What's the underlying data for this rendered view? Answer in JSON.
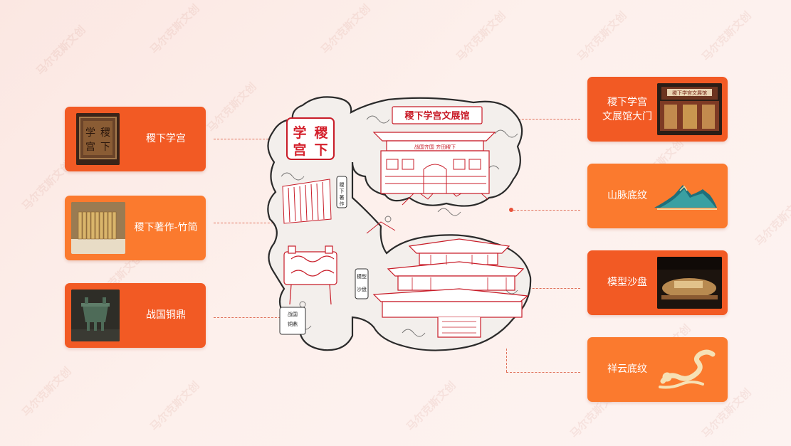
{
  "watermark": "马尔克斯文创",
  "colors": {
    "card_dark": "#f25a24",
    "card_light": "#fb7a2e",
    "line": "#e0715a",
    "accent_red": "#d4202c"
  },
  "cards_left": [
    {
      "label": "稷下学宫",
      "icon": "plaque-thumbnail",
      "thumb_text": "稷下学宫"
    },
    {
      "label": "稷下著作-竹简",
      "icon": "bamboo-slips-thumbnail"
    },
    {
      "label": "战国铜鼎",
      "icon": "bronze-ding-thumbnail"
    }
  ],
  "cards_right": [
    {
      "label_line1": "稷下学宫",
      "label_line2": "文展馆大门",
      "icon": "gate-thumbnail",
      "thumb_text": "稷下学宫文展馆"
    },
    {
      "label": "山脉底纹",
      "icon": "mountain-pattern-icon"
    },
    {
      "label": "模型沙盘",
      "icon": "sand-table-thumbnail"
    },
    {
      "label": "祥云底纹",
      "icon": "auspicious-cloud-icon"
    }
  ],
  "center": {
    "top_sign": "稷下学宫文展馆",
    "banner": "战国齐国  齐田稷下",
    "tile_chars": [
      "学",
      "稷",
      "宫",
      "下"
    ],
    "side_label_books": "稷下著作",
    "side_label_model": "模型沙盘",
    "side_label_ding": "战国铜鼎"
  }
}
